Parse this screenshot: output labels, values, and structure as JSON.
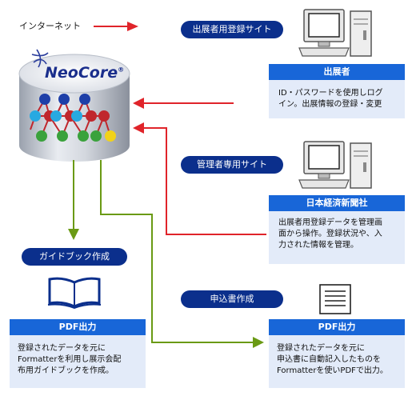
{
  "legend": {
    "internet_label": "インターネット"
  },
  "logo": {
    "text": "NeoCore",
    "reg": "®"
  },
  "sites": {
    "exhibitor": "出展者用登録サイト",
    "admin": "管理者専用サイト",
    "guidebook": "ガイドブック作成",
    "application": "申込書作成"
  },
  "boxes": {
    "exhibitor": {
      "title": "出展者",
      "line1": "ID・パスワードを使用しログ",
      "line2": "イン。出展情報の登録・変更"
    },
    "nikkei": {
      "title": "日本経済新聞社",
      "line1": "出展者用登録データを管理画",
      "line2": "面から操作。登録状況や、入",
      "line3": "力された情報を管理。"
    },
    "pdf_guide": {
      "title": "PDF出力",
      "line1": "登録されたデータを元に",
      "line2": "Formatterを利用し展示会配",
      "line3": "布用ガイドブックを作成。"
    },
    "pdf_app": {
      "title": "PDF出力",
      "line1": "登録されたデータを元に",
      "line2": "申込書に自動記入したものを",
      "line3": "Formatterを使いPDFで出力。"
    }
  },
  "colors": {
    "red": "#e0242a",
    "green": "#6a9a14",
    "navy": "#0b2f8c",
    "blue": "#1866d8",
    "light": "#e3ebf9"
  }
}
